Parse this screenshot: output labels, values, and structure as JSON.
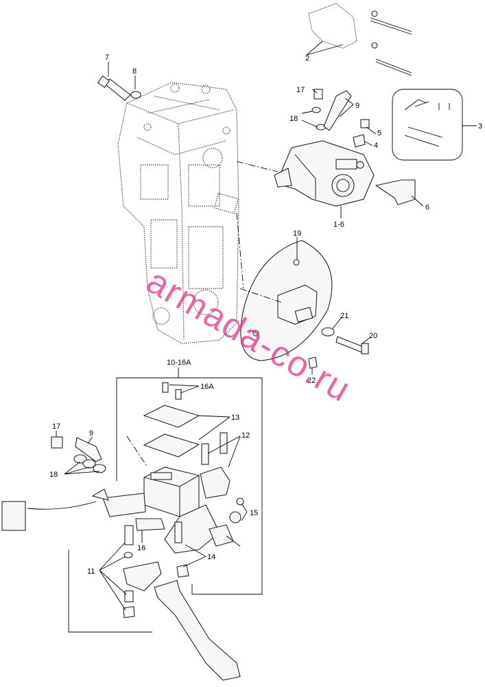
{
  "labels": {
    "p2": "2",
    "p3": "3",
    "p4": "4",
    "p5": "5",
    "p6": "6",
    "p7": "7",
    "p8": "8",
    "p9a": "9",
    "p17a": "17",
    "p18a": "18",
    "p16": "1-6",
    "p19": "19",
    "p20": "20",
    "p21": "21",
    "p22": "22",
    "p1016a": "10-16A",
    "p16A": "16A",
    "p13": "13",
    "p12": "12",
    "p17b": "17",
    "p9b": "9",
    "p18b": "18",
    "p15": "15",
    "p16b": "16",
    "p14": "14",
    "p11": "11"
  },
  "watermark": "armada-co.ru",
  "colors": {
    "watermark": "#e0338a",
    "line": "#000000",
    "part_fill": "#f7f7f7"
  }
}
